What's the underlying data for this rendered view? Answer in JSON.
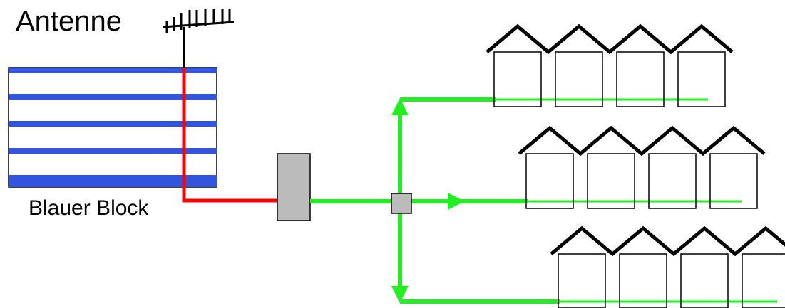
{
  "labels": {
    "antenna": "Antenne",
    "block": "Blauer Block"
  },
  "colors": {
    "block_stripe": "#3355dd",
    "feed_line": "#ff0000",
    "distribution_line": "#22ee22",
    "amplifier": "#bbbbbb",
    "splitter": "#bbbbbb",
    "outline": "#000000"
  },
  "houses": {
    "rows": 3,
    "per_row": 4
  }
}
